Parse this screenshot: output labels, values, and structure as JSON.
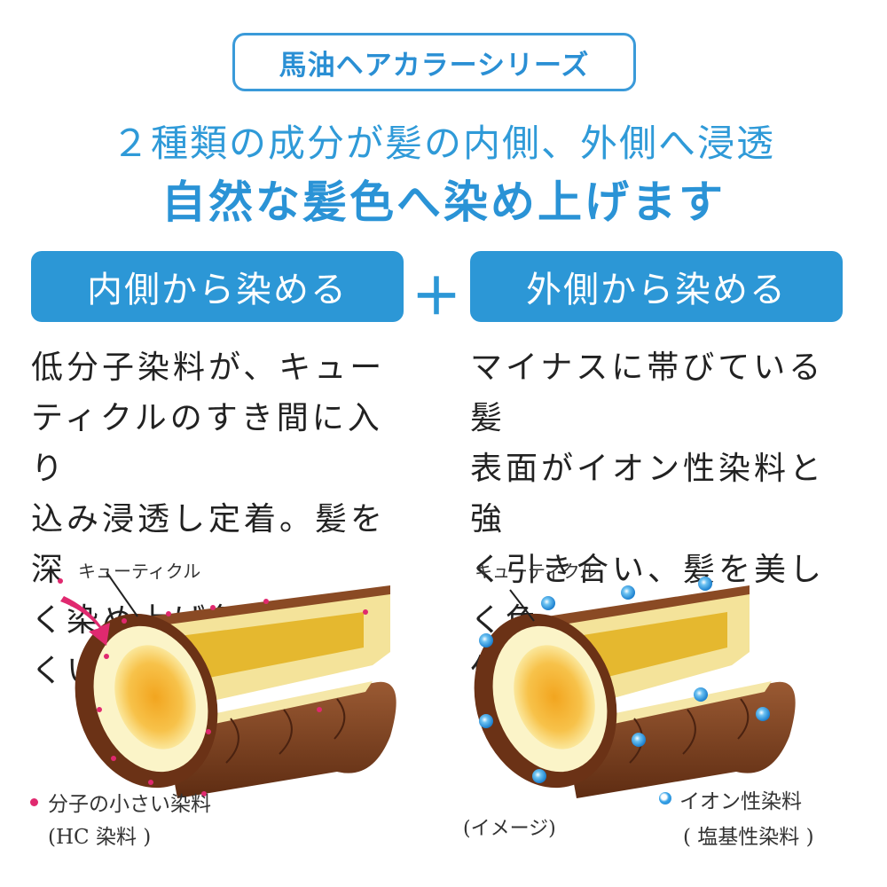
{
  "header": {
    "series_name": "馬油ヘアカラーシリーズ",
    "headline_line1": "２種類の成分が髪の内側、外側へ浸透",
    "headline_line2": "自然な髪色へ染め上げます"
  },
  "sections": {
    "plus": "＋",
    "left": {
      "title": "内側から染める",
      "description": "低分子染料が、キュー\nティクルのすき間に入り\n込み浸透し定着。髪を深\nく染め上げ色落ちしにくい。"
    },
    "right": {
      "title": "外側から染める",
      "description": "マイナスに帯びている髪\n表面がイオン性染料と強\nく引き合い、髪を美しく色\n付けます。"
    }
  },
  "diagram_left": {
    "cuticle_label": "キューティクル",
    "legend_line1": "分子の小さい染料",
    "legend_line2": "(HC 染料 )"
  },
  "diagram_right": {
    "cuticle_label": "キューティクル",
    "image_note": "(イメージ)",
    "legend_line1": "イオン性染料",
    "legend_line2": "( 塩基性染料 )"
  },
  "colors": {
    "accent_blue": "#2c97d6",
    "hair_brown": "#7a3e1e",
    "cortex_yellow": "#f3e08a",
    "pink_dye": "#e0296f",
    "ion_blue": "#39a4e8"
  }
}
